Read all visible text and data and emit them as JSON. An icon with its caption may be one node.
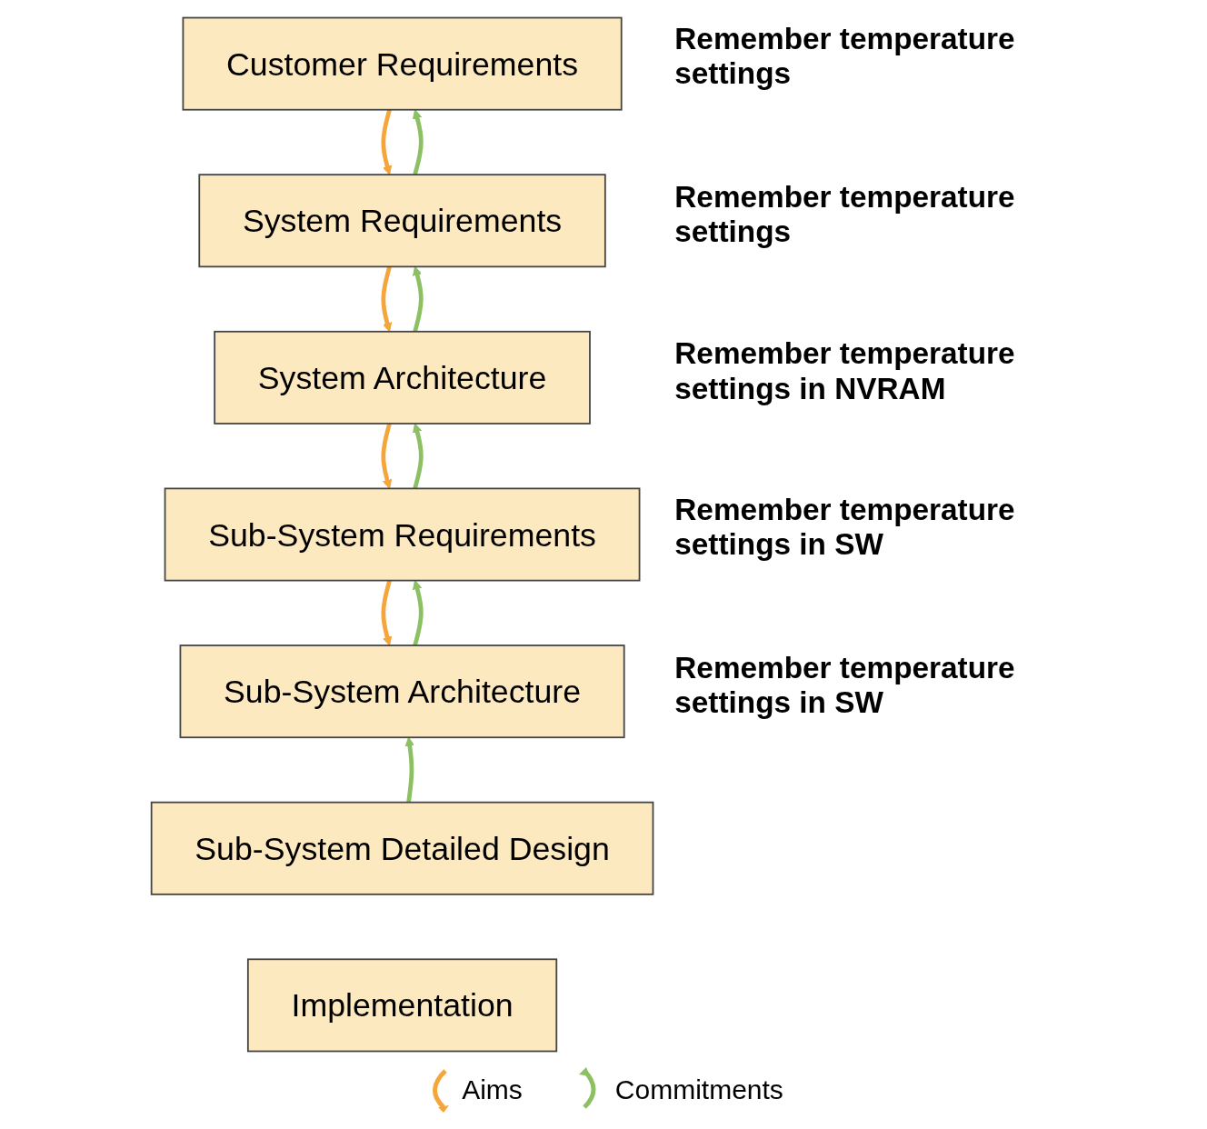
{
  "diagram": {
    "nodes": [
      {
        "text": [
          "Customer Requirements"
        ],
        "beside": [
          "Remember temperature settings"
        ]
      },
      {
        "text": [
          "System Requirements"
        ],
        "beside": [
          "Remember temperature settings"
        ]
      },
      {
        "text": [
          "System Architecture"
        ],
        "beside": [
          "Remember temperature settings in NVRAM"
        ]
      },
      {
        "text": [
          "Sub-System Requirements"
        ],
        "beside": [
          "Remember temperature settings in SW"
        ]
      },
      {
        "text": [
          "Sub-System Architecture"
        ],
        "beside": [
          "Remember temperature settings in SW"
        ]
      },
      {
        "text": [
          "Sub-System Detailed Design"
        ]
      },
      {
        "text": [
          "Implementation"
        ]
      }
    ],
    "edges": [
      {
        "from": 0,
        "to": 1,
        "arrow": "to",
        "color": "#f4a53c"
      },
      {
        "from": 1,
        "to": 2,
        "arrow": "to",
        "color": "#f4a53c"
      },
      {
        "from": 2,
        "to": 3,
        "arrow": "to",
        "color": "#f4a53c"
      },
      {
        "from": 3,
        "to": 4,
        "arrow": "to",
        "color": "#f4a53c"
      },
      {
        "from": 1,
        "to": 0,
        "arrow": "to"
      },
      {
        "from": 2,
        "to": 1,
        "arrow": "to"
      },
      {
        "from": 3,
        "to": 2,
        "arrow": "to"
      },
      {
        "from": 4,
        "to": 3,
        "arrow": "to"
      },
      {
        "from": 5,
        "to": 4,
        "arrow": "to"
      }
    ],
    "legend": [
      {
        "text": "Aims"
      },
      {
        "text": "Commitments"
      }
    ]
  }
}
